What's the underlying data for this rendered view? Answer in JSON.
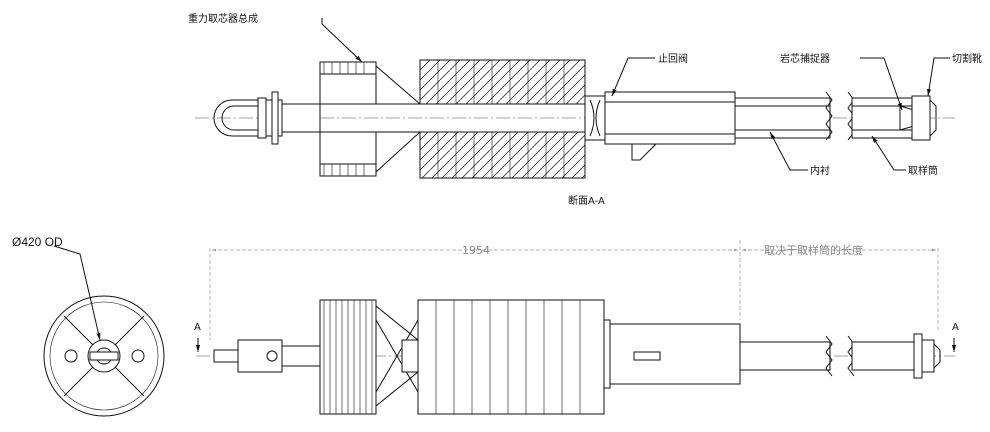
{
  "labels": {
    "gravity_corer_assembly": "重力取芯器总成",
    "check_valve": "止回阀",
    "core_catcher": "岩芯捕捉器",
    "cutting_shoe": "切割靴",
    "inner_liner": "内衬",
    "sampling_tube": "取样筒",
    "section_aa": "断面A-A",
    "diameter_od": "Ø420 OD",
    "section_mark_left": "A",
    "section_mark_right": "A"
  },
  "dimensions": {
    "overall_length": "1954",
    "variable_length_note": "取决于取样筒的长度"
  }
}
